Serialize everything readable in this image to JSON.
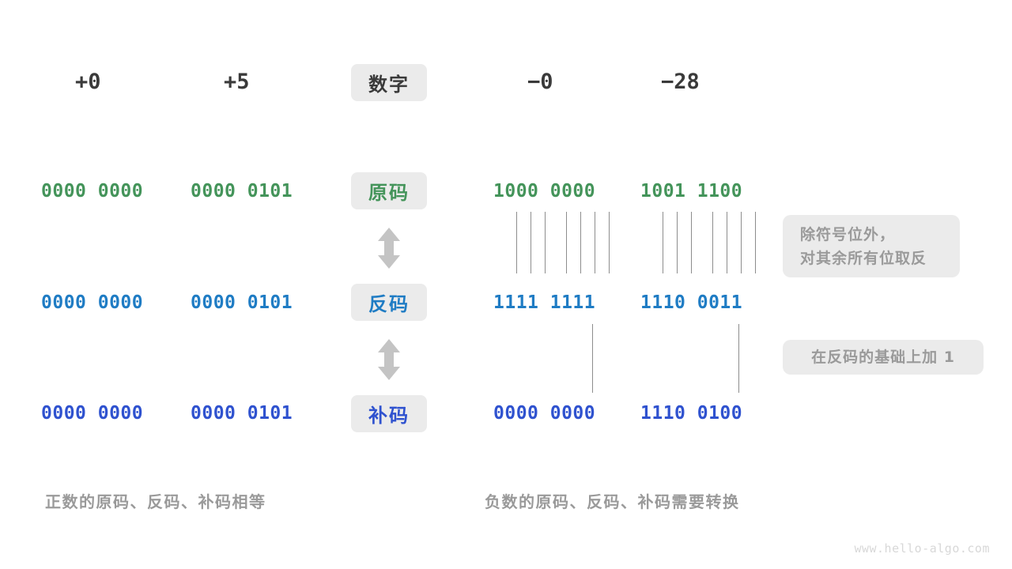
{
  "figure": {
    "title_row_label": "数字",
    "watermark": "www.hello-algo.com"
  },
  "columns": [
    {
      "id": "pos-zero",
      "header": "+0"
    },
    {
      "id": "pos-five",
      "header": "+5"
    },
    {
      "id": "neg-zero",
      "header": "−0"
    },
    {
      "id": "neg-28",
      "header": "−28"
    }
  ],
  "rows": [
    {
      "id": "sign-magnitude",
      "label": "原码",
      "color": "#44945a",
      "values": {
        "pos-zero": "0000 0000",
        "pos-five": "0000 0101",
        "neg-zero": "1000 0000",
        "neg-28": "1001 1100"
      }
    },
    {
      "id": "ones-complement",
      "label": "反码",
      "color": "#1f7cc4",
      "values": {
        "pos-zero": "0000 0000",
        "pos-five": "0000 0101",
        "neg-zero": "1111 1111",
        "neg-28": "1110 0011"
      }
    },
    {
      "id": "twos-complement",
      "label": "补码",
      "color": "#2f52cf",
      "values": {
        "pos-zero": "0000 0000",
        "pos-five": "0000 0101",
        "neg-zero": "0000 0000",
        "neg-28": "1110 0100"
      }
    }
  ],
  "notes": [
    {
      "id": "invert-note",
      "lines": [
        "除符号位外，",
        "对其余所有位取反"
      ]
    },
    {
      "id": "add-one-note",
      "lines": [
        "在反码的基础上加 1"
      ]
    }
  ],
  "captions": {
    "left": "正数的原码、反码、补码相等",
    "right": "负数的原码、反码、补码需要转换"
  },
  "icons": {
    "transform_arrow": "double-arrow-vertical"
  },
  "colors": {
    "chip_bg": "#ebebeb",
    "note_bg": "#ebebeb",
    "text_dark": "#3a3a3a",
    "text_muted": "#9a9a9a",
    "green": "#44945a",
    "blue": "#1f7cc4",
    "deep_blue": "#2f52cf",
    "tick": "#8d8d8d",
    "arrow": "#c4c4c4"
  }
}
